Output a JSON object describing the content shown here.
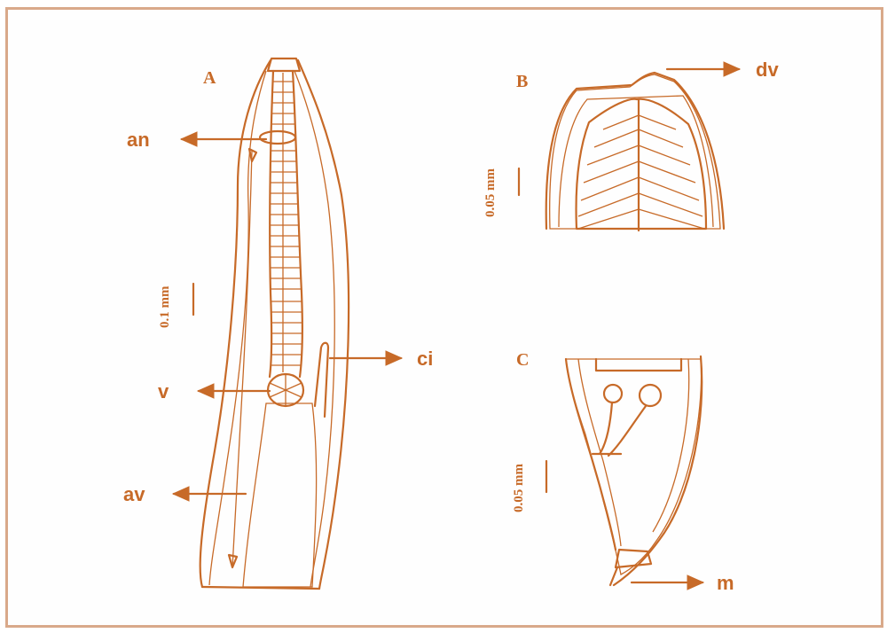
{
  "panels": {
    "a": "A",
    "b": "B",
    "c": "C"
  },
  "labels": {
    "an": "an",
    "v": "v",
    "av": "av",
    "ci": "ci",
    "dv": "dv",
    "m": "m"
  },
  "scale_bars": {
    "a": "0.1 mm",
    "b": "0.05 mm",
    "c": "0.05 mm"
  },
  "colors": {
    "ink": "#c76a28",
    "border": "#d9a98a"
  }
}
